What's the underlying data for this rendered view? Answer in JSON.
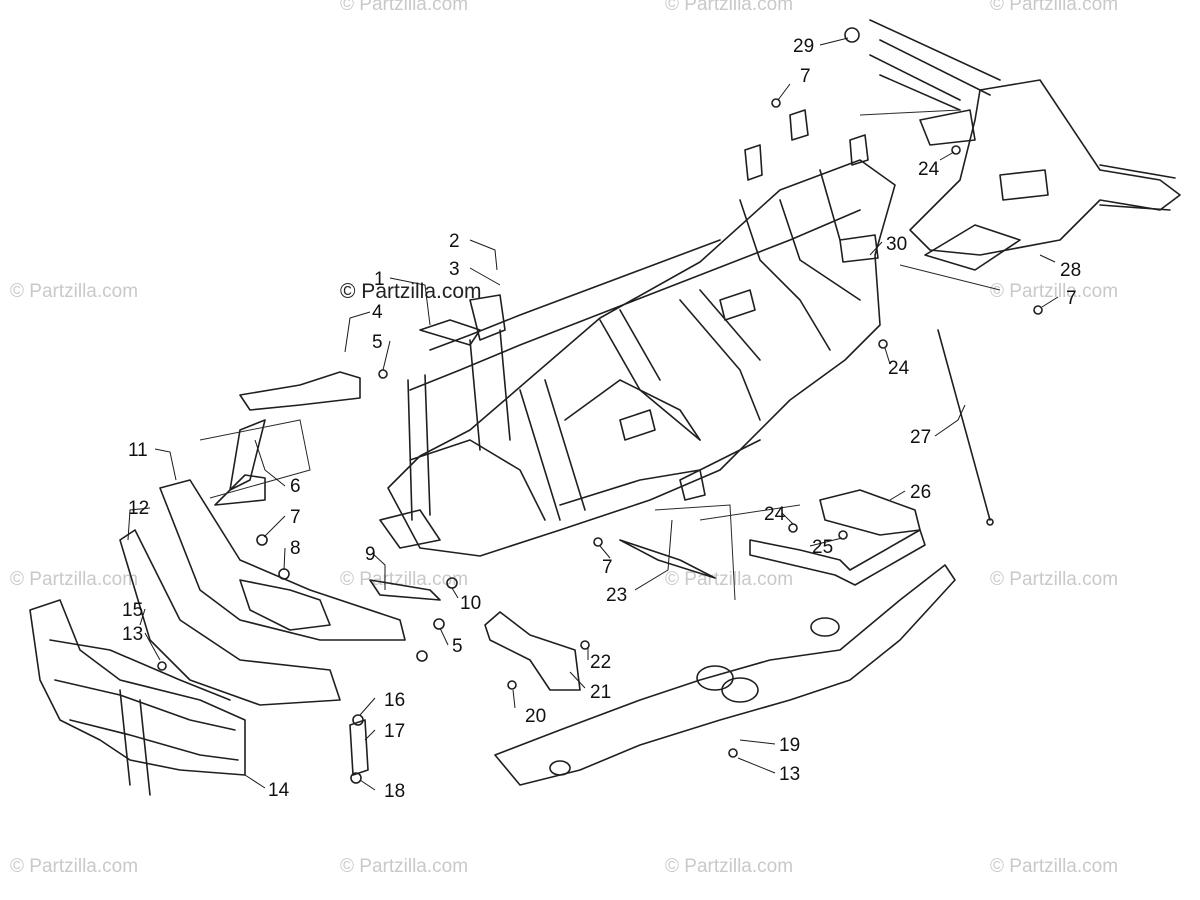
{
  "brand_watermark": "© Partzilla.com",
  "diagram": {
    "callouts": [
      "29",
      "7",
      "24",
      "2",
      "3",
      "1",
      "30",
      "28",
      "4",
      "5",
      "7",
      "24",
      "6",
      "27",
      "11",
      "26",
      "12",
      "7",
      "24",
      "8",
      "25",
      "9",
      "7",
      "10",
      "23",
      "15",
      "13",
      "5",
      "22",
      "21",
      "20",
      "16",
      "17",
      "19",
      "13",
      "14",
      "18"
    ]
  },
  "colors": {
    "line": "#1f1f1f",
    "watermark": "#c9c9c9",
    "background": "#ffffff"
  }
}
